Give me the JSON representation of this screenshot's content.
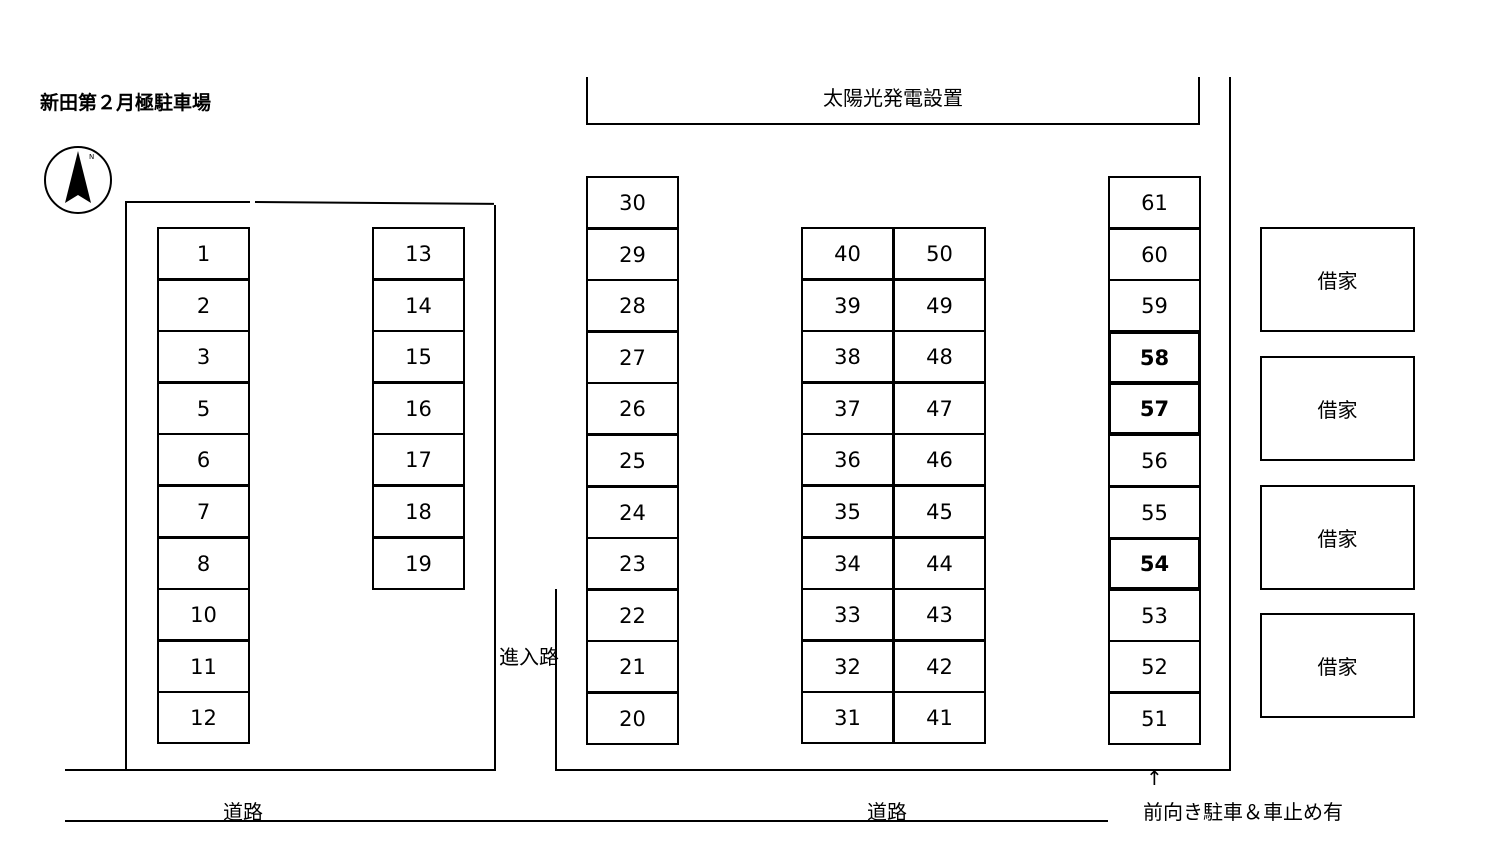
{
  "title": "新田第２月極駐車場",
  "compass": {
    "icon": "north-arrow-icon",
    "label": "N"
  },
  "solar_panel_label": "太陽光発電設置",
  "entrance_label": "進入路",
  "road_label": "道路",
  "front_parking_note": "前向き駐車＆車止め有",
  "arrow_up": "↑",
  "house_label": "借家",
  "columns": [
    {
      "id": "c1",
      "spaces": [
        "1",
        "2",
        "3",
        "5",
        "6",
        "7",
        "8",
        "10",
        "11",
        "12"
      ]
    },
    {
      "id": "c2",
      "spaces": [
        "13",
        "14",
        "15",
        "16",
        "17",
        "18",
        "19"
      ]
    },
    {
      "id": "c3",
      "spaces": [
        "30",
        "29",
        "28",
        "27",
        "26",
        "25",
        "24",
        "23",
        "22",
        "21",
        "20"
      ]
    },
    {
      "id": "c4",
      "spaces": [
        "40",
        "39",
        "38",
        "37",
        "36",
        "35",
        "34",
        "33",
        "32",
        "31"
      ]
    },
    {
      "id": "c5",
      "spaces": [
        "50",
        "49",
        "48",
        "47",
        "46",
        "45",
        "44",
        "43",
        "42",
        "41"
      ]
    },
    {
      "id": "c6",
      "spaces": [
        "61",
        "60",
        "59",
        "58",
        "57",
        "56",
        "55",
        "54",
        "53",
        "52",
        "51"
      ]
    }
  ],
  "highlighted_spaces": [
    "58",
    "57",
    "54"
  ]
}
